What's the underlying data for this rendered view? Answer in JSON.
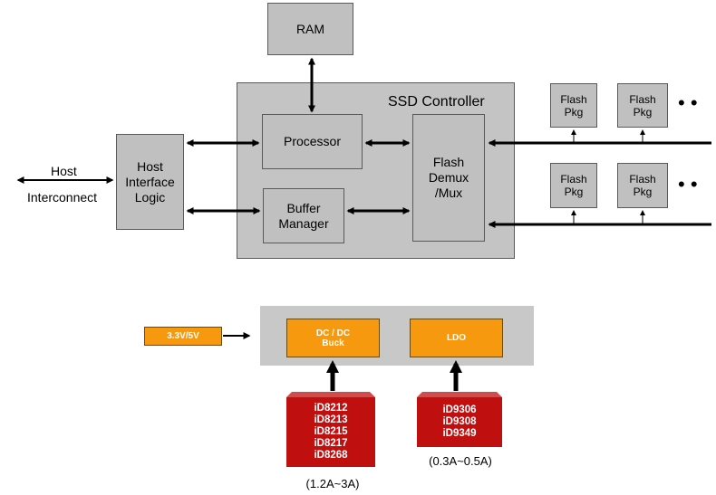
{
  "ssd": {
    "host_line1": "Host",
    "host_line2": "Interconnect",
    "host_interface": "Host\nInterface\nLogic",
    "ram": "RAM",
    "controller_title": "SSD Controller",
    "processor": "Processor",
    "buffer_manager": "Buffer\nManager",
    "flash_demux": "Flash\nDemux\n/Mux",
    "flash_pkg": "Flash\nPkg",
    "ellipsis_top": "• •",
    "ellipsis_bottom": "• •"
  },
  "power": {
    "input_voltage": "3.3V/5V",
    "dcdc": "DC / DC\nBuck",
    "ldo": "LDO",
    "dcdc_parts": "iD8212\niD8213\niD8215\niD8217\niD8268",
    "ldo_parts": "iD9306\niD9308\niD9349",
    "dcdc_range": "(1.2A~3A)",
    "ldo_range": "(0.3A~0.5A)"
  },
  "colors": {
    "block_gray": "#c0c0c0",
    "orange": "#f7990f",
    "chip_red": "#c00f0f",
    "panel_gray": "#c8c8c8"
  }
}
